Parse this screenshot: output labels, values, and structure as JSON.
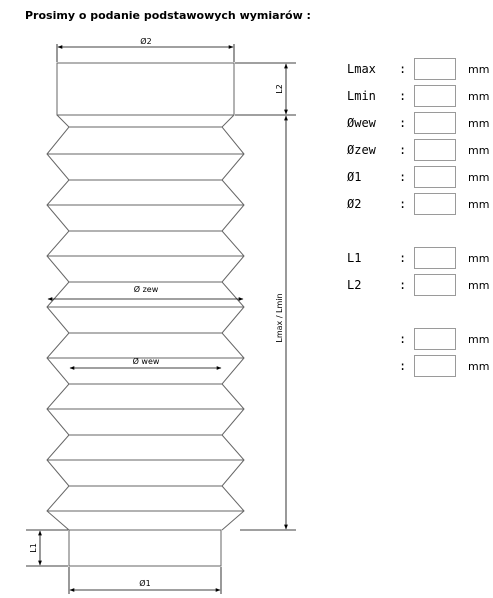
{
  "heading": "Prosimy o podanie podstawowych wymiarów :",
  "drawing": {
    "label_d2": "Ø2",
    "label_l2": "L2",
    "label_zew": "Ø zew",
    "label_wew": "Ø wew",
    "label_lmax_lmin": "Lmax / Lmin",
    "label_l1": "L1",
    "label_d1": "Ø1"
  },
  "form": {
    "rows": [
      {
        "label": "Lmax",
        "colon": ":",
        "value": "",
        "unit": "mm"
      },
      {
        "label": "Lmin",
        "colon": ":",
        "value": "",
        "unit": "mm"
      },
      {
        "label": "Øwew",
        "colon": ":",
        "value": "",
        "unit": "mm"
      },
      {
        "label": "Øzew",
        "colon": ":",
        "value": "",
        "unit": "mm"
      },
      {
        "label": "Ø1",
        "colon": ":",
        "value": "",
        "unit": "mm"
      },
      {
        "label": "Ø2",
        "colon": ":",
        "value": "",
        "unit": "mm"
      },
      {
        "label": "L1",
        "colon": ":",
        "value": "",
        "unit": "mm"
      },
      {
        "label": "L2",
        "colon": ":",
        "value": "",
        "unit": "mm"
      },
      {
        "label": "",
        "colon": ":",
        "value": "",
        "unit": "mm"
      },
      {
        "label": "",
        "colon": ":",
        "value": "",
        "unit": "mm"
      }
    ]
  }
}
